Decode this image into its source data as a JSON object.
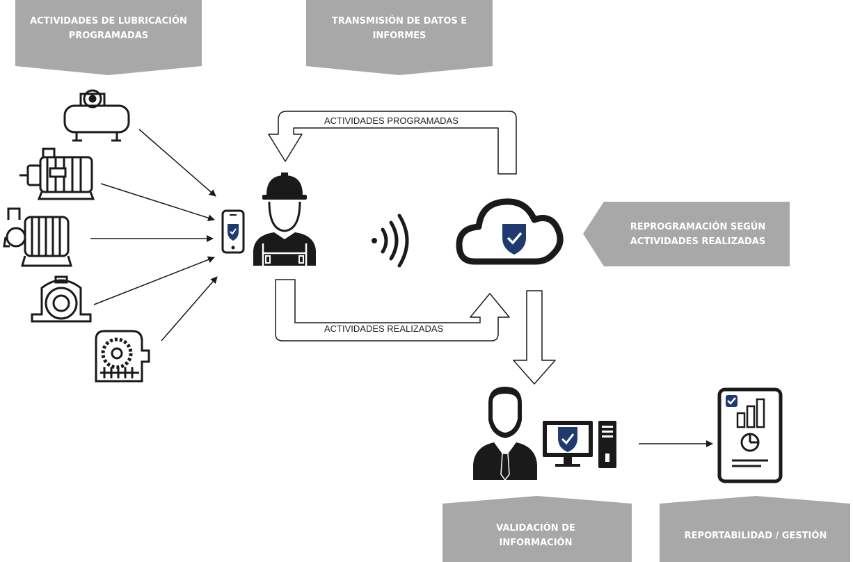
{
  "banners": {
    "lubrication": "ACTIVIDADES DE LUBRICACIÓN PROGRAMADAS",
    "transmission": "TRANSMISIÓN DE DATOS E INFORMES",
    "reprogramming": "REPROGRAMACIÓN SEGÚN ACTIVIDADES REALIZADAS",
    "validation": "VALIDACIÓN DE INFORMACIÓN",
    "reporting": "REPORTABILIDAD / GESTIÓN"
  },
  "flows": {
    "scheduled": "ACTIVIDADES PROGRAMADAS",
    "completed": "ACTIVIDADES REALIZADAS"
  },
  "colors": {
    "banner": "#a8a8a8",
    "ink": "#1a1a1a",
    "accent": "#1e3a6e"
  },
  "icons": {
    "equipment": [
      "air-compressor-icon",
      "electric-motor-icon",
      "pump-icon",
      "pillow-block-bearing-icon",
      "gearbox-icon"
    ],
    "field": [
      "smartphone-icon",
      "technician-icon",
      "wireless-signal-icon",
      "cloud-icon"
    ],
    "office": [
      "manager-icon",
      "computer-icon",
      "report-icon"
    ]
  }
}
